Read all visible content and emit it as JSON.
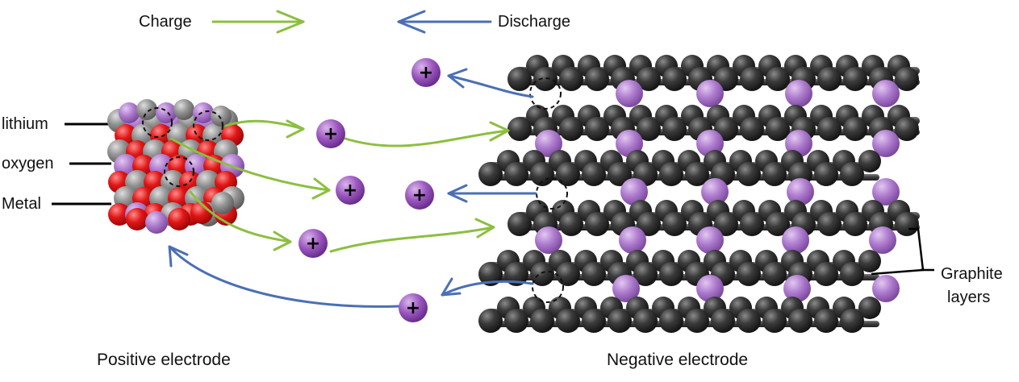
{
  "legend": {
    "charge": "Charge",
    "discharge": "Discharge"
  },
  "labels": {
    "lithium": "lithium",
    "oxygen": "oxygen",
    "metal": "Metal",
    "graphite_line1": "Graphite",
    "graphite_line2": "layers",
    "positive_electrode": "Positive electrode",
    "negative_electrode": "Negative electrode"
  },
  "ion_sign": "+",
  "colors": {
    "charge_arrow": "#8cbf3f",
    "discharge_arrow": "#4a6fb5",
    "lithium_ion": "#a45fc4",
    "lithium_atom": "#b585d3",
    "oxygen": "#e01818",
    "metal": "#8e8e8e",
    "carbon": "#3a3a3a"
  }
}
